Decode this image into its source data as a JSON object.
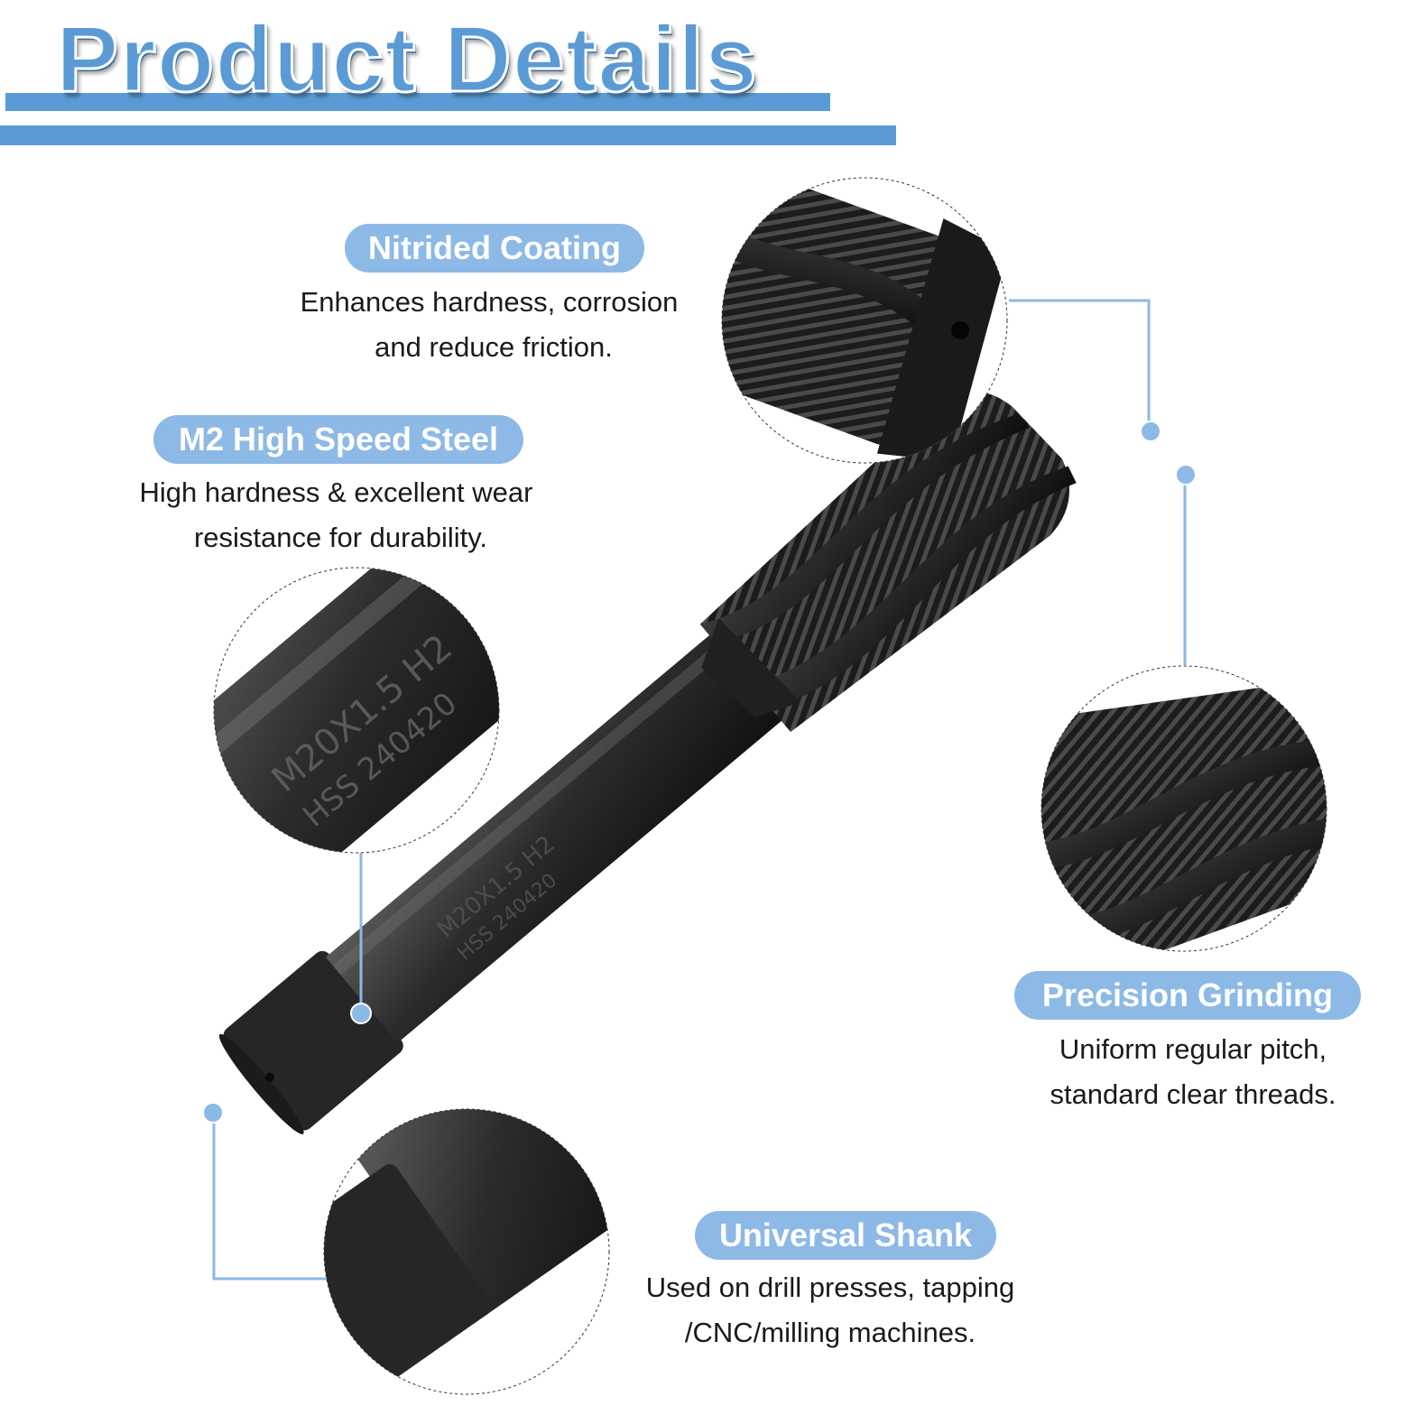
{
  "header": {
    "title": "Product Details"
  },
  "features": {
    "nitrided": {
      "title": "Nitrided Coating",
      "line1": "Enhances hardness, corrosion",
      "line2": "and reduce friction."
    },
    "m2": {
      "title": "M2 High Speed Steel",
      "line1": "High hardness & excellent wear",
      "line2": "resistance for durability."
    },
    "precision": {
      "title": "Precision Grinding",
      "line1": "Uniform regular pitch,",
      "line2": "standard clear threads."
    },
    "shank": {
      "title": "Universal Shank",
      "line1": "Used on drill presses, tapping",
      "line2": "/CNC/milling machines."
    }
  },
  "colors": {
    "accent": "#5b9bd5",
    "pill": "#8db9e6",
    "tool": "#2a2a2a"
  }
}
